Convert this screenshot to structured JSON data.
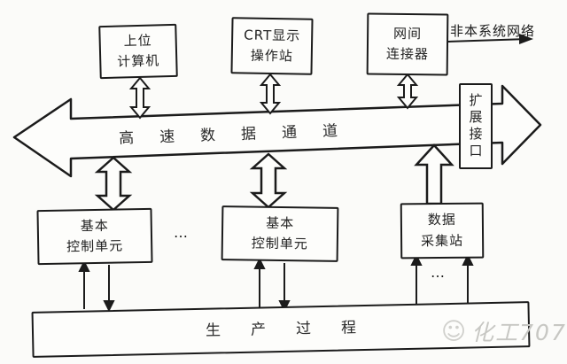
{
  "diagram": {
    "title_hint": "DCS architecture block diagram",
    "boxes": {
      "host_computer": {
        "line1": "上位",
        "line2": "计算机"
      },
      "crt_station": {
        "line1": "CRT显示",
        "line2": "操作站"
      },
      "gateway": {
        "line1": "网间",
        "line2": "连接器"
      },
      "expansion_interface": {
        "label": "扩展接口"
      },
      "basic_control_unit_1": {
        "line1": "基本",
        "line2": "控制单元"
      },
      "basic_control_unit_2": {
        "line1": "基本",
        "line2": "控制单元"
      },
      "data_acquisition_station": {
        "line1": "数据",
        "line2": "采集站"
      },
      "production_process": {
        "label": "生产过程"
      }
    },
    "channel_label": "高速数据通道",
    "external_network_label": "非本系统网络",
    "ellipsis_between_units": "…",
    "ellipsis_below_acquisition": "…",
    "watermark": {
      "logo": "☺",
      "text": "化工707"
    },
    "colors": {
      "ink": "#1b1b1b",
      "background": "#fbfbf9",
      "box_fill": "#fdfdfb",
      "watermark": "#c7c7c3"
    }
  }
}
